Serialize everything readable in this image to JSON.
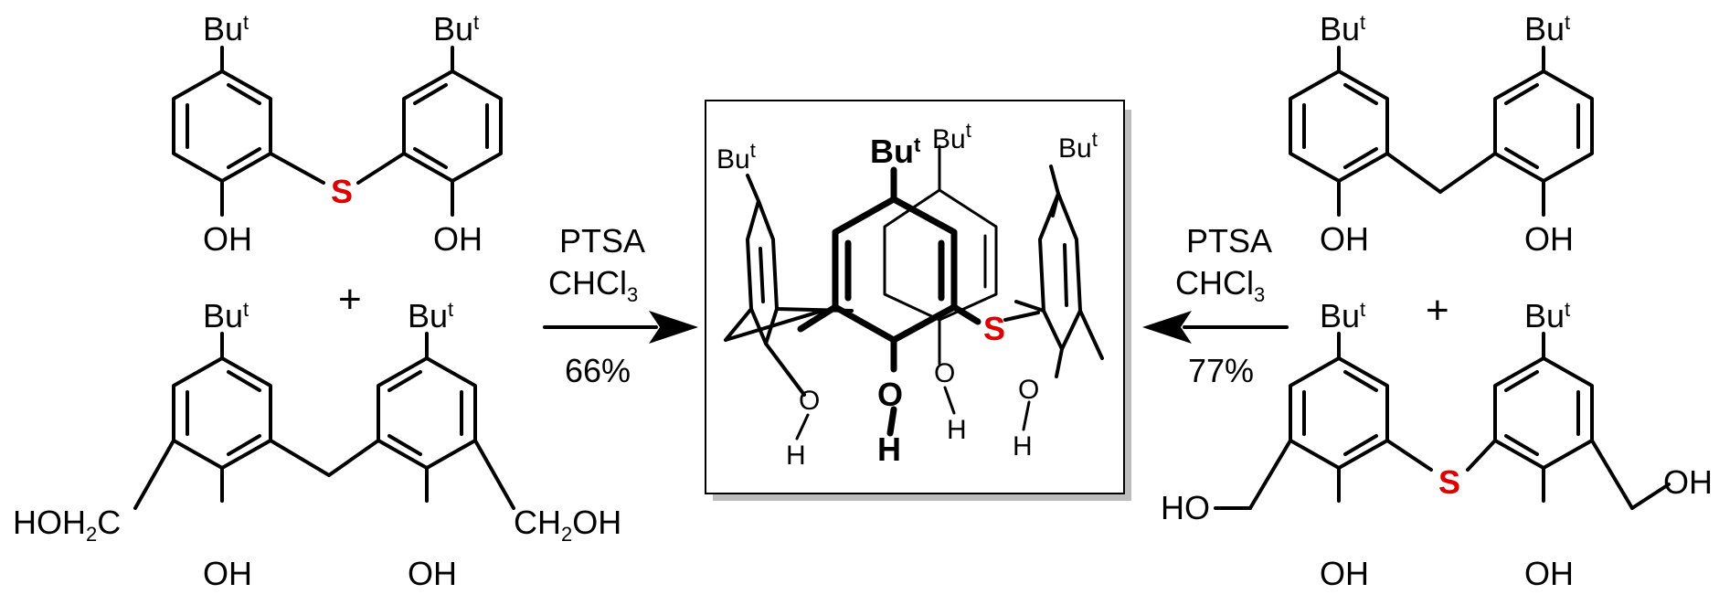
{
  "substituents": {
    "tbu": "Bu",
    "tbu_sup": "t",
    "oh": "OH",
    "ho": "HO",
    "o": "O",
    "h": "H",
    "s": "S",
    "hoh2c_a": "HOH",
    "hoh2c_sub": "2",
    "hoh2c_b": "C",
    "ch2oh_a": "CH",
    "ch2oh_sub": "2",
    "ch2oh_b": "OH"
  },
  "plus": "+",
  "left_arrow": {
    "reagent_line1": "PTSA",
    "reagent_line2_a": "CHCl",
    "reagent_line2_sub": "3",
    "yield": "66%"
  },
  "right_arrow": {
    "reagent_line1": "PTSA",
    "reagent_line2_a": "CHCl",
    "reagent_line2_sub": "3",
    "yield": "77%"
  },
  "colors": {
    "sulfur": "#e00000",
    "bonds": "#000000",
    "frame_shadow": "#bdbdbd"
  }
}
